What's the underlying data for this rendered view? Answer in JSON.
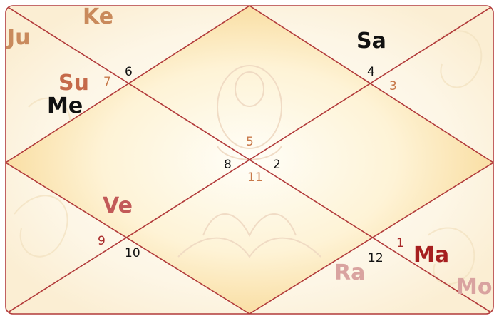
{
  "colors": {
    "frame": "#b23a3a",
    "paper_light": "#fffdf6",
    "paper_warm": "#fbe6b8",
    "house_black": "#111111",
    "house_orange": "#c8794a",
    "house_red": "#a82a2a"
  },
  "planets": [
    {
      "key": "ke",
      "label": "Ke",
      "color": "#c98a5c"
    },
    {
      "key": "ju",
      "label": "Ju",
      "color": "#c98a5c"
    },
    {
      "key": "su",
      "label": "Su",
      "color": "#c56a4a"
    },
    {
      "key": "me",
      "label": "Me",
      "color": "#111111"
    },
    {
      "key": "sa",
      "label": "Sa",
      "color": "#111111"
    },
    {
      "key": "ve",
      "label": "Ve",
      "color": "#c25a58"
    },
    {
      "key": "ra",
      "label": "Ra",
      "color": "#d9a3a0"
    },
    {
      "key": "ma",
      "label": "Ma",
      "color": "#a61f1f"
    },
    {
      "key": "mo",
      "label": "Mo",
      "color": "#d9a3a0"
    }
  ],
  "house_numbers": [
    {
      "key": "h1",
      "label": "1",
      "color": "#a82a2a"
    },
    {
      "key": "h2",
      "label": "2",
      "color": "#111111"
    },
    {
      "key": "h3",
      "label": "3",
      "color": "#c8794a"
    },
    {
      "key": "h4",
      "label": "4",
      "color": "#111111"
    },
    {
      "key": "h5",
      "label": "5",
      "color": "#c8794a"
    },
    {
      "key": "h6",
      "label": "6",
      "color": "#111111"
    },
    {
      "key": "h7",
      "label": "7",
      "color": "#c8794a"
    },
    {
      "key": "h8",
      "label": "8",
      "color": "#111111"
    },
    {
      "key": "h9",
      "label": "9",
      "color": "#a82a2a"
    },
    {
      "key": "h10",
      "label": "10",
      "color": "#111111"
    },
    {
      "key": "h11",
      "label": "11",
      "color": "#c8794a"
    },
    {
      "key": "h12",
      "label": "12",
      "color": "#111111"
    }
  ]
}
